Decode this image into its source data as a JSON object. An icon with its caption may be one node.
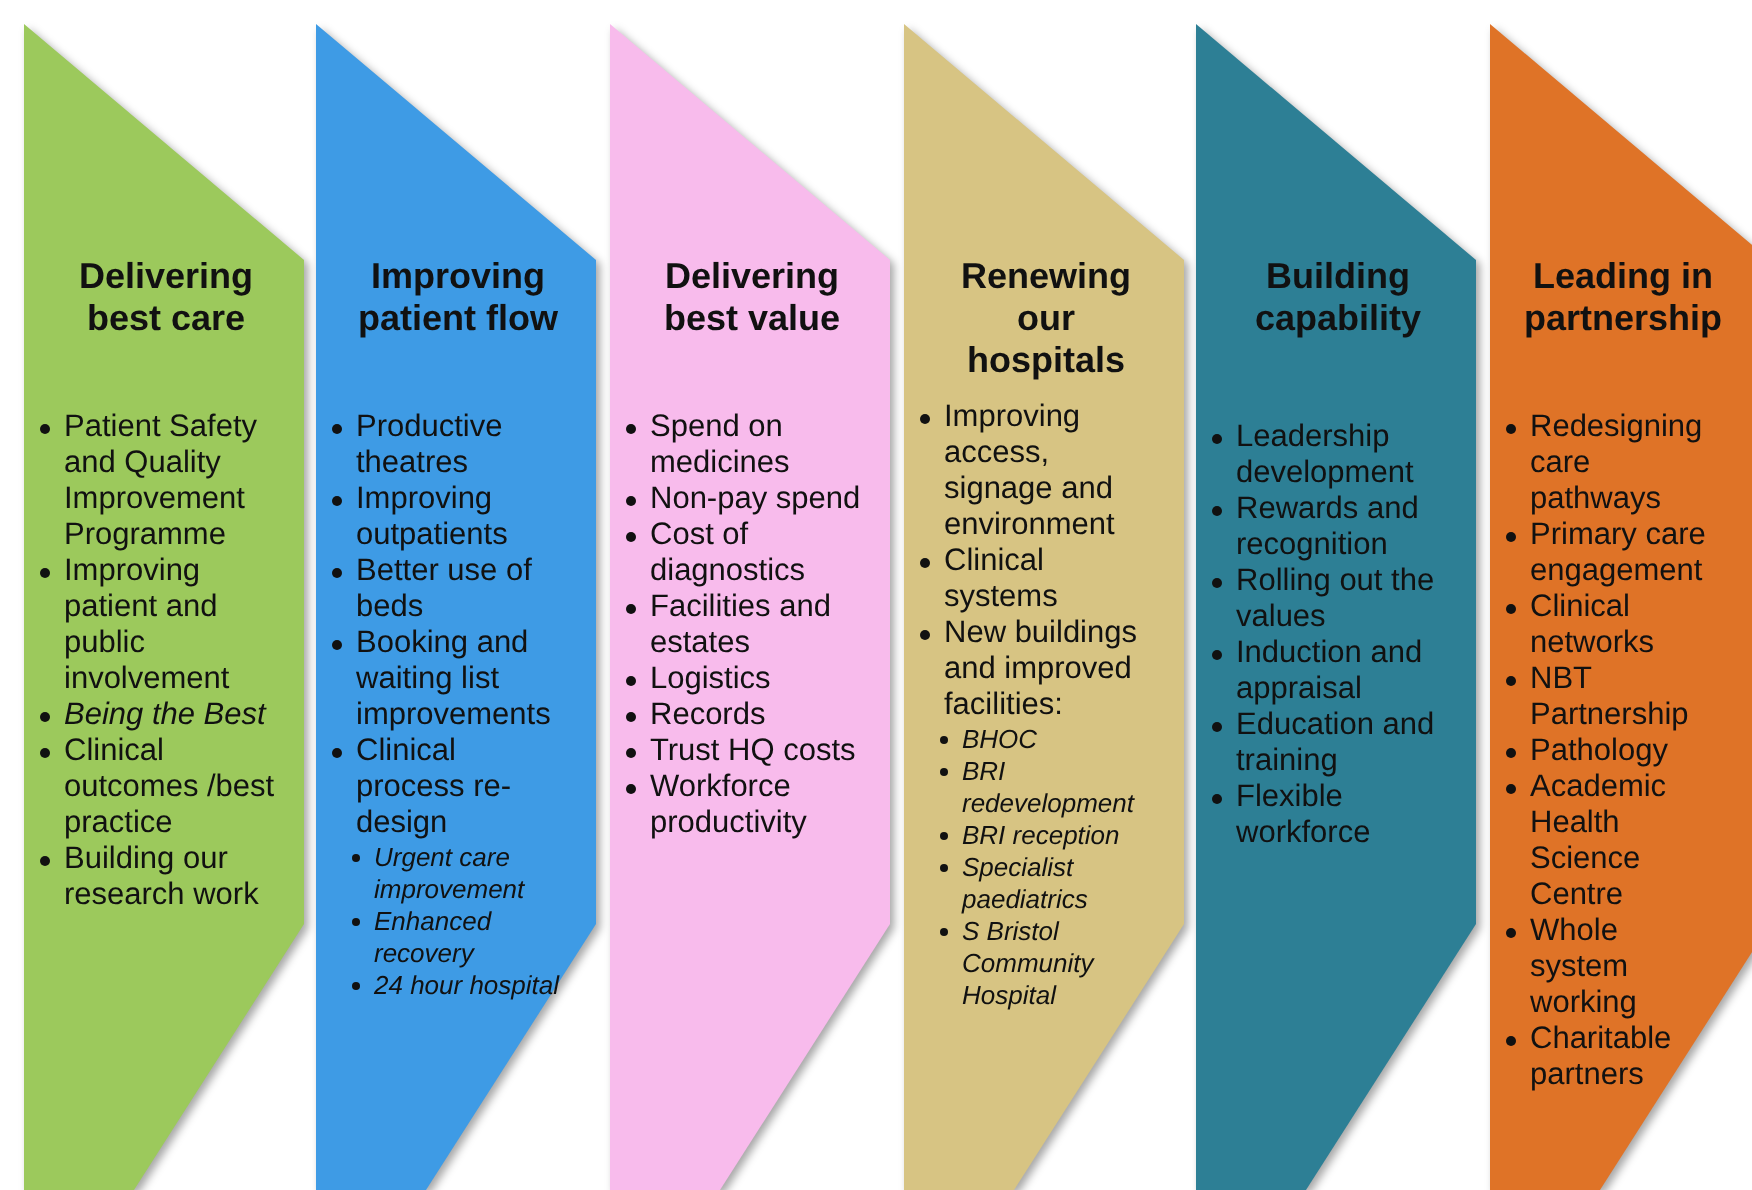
{
  "diagram": {
    "nodes": [
      {
        "text": [
          "Delivering best care",
          "Patient Safety and Quality Improvement Programme",
          "Improving patient and public involvement",
          "Being the Best",
          "Clinical outcomes /best practice",
          "Building our research work"
        ]
      },
      {
        "text": [
          "Improving patient flow",
          "Productive theatres",
          "Improving outpatients",
          "Better use of beds",
          "Booking and waiting list improvements",
          "Clinical process re-design",
          "Urgent care improvement",
          "Enhanced recovery",
          "24 hour hospital"
        ]
      },
      {
        "text": [
          "Delivering best value",
          "Spend on medicines",
          "Non-pay spend",
          "Cost of diagnostics",
          "Facilities and estates",
          "Logistics",
          "Records",
          "Trust HQ costs",
          "Workforce productivity"
        ]
      },
      {
        "text": [
          "Renewing our hospitals",
          "Improving access, signage and environment",
          "Clinical systems",
          "New buildings and improved facilities:",
          "BHOC",
          "BRI redevelopment",
          "BRI reception",
          "Specialist paediatrics",
          "S Bristol Community Hospital"
        ]
      },
      {
        "text": [
          "Building capability",
          "Leadership development",
          "Rewards and recognition",
          "Rolling out the values",
          "Induction and appraisal",
          "Education and training",
          "Flexible workforce"
        ]
      },
      {
        "text": [
          "Leading in partnership",
          "Redesigning care pathways",
          "Primary care engagement",
          "Clinical networks",
          "NBT Partnership",
          "Pathology",
          "Academic Health Science Centre",
          "Whole system working",
          "Charitable partners"
        ]
      }
    ]
  }
}
